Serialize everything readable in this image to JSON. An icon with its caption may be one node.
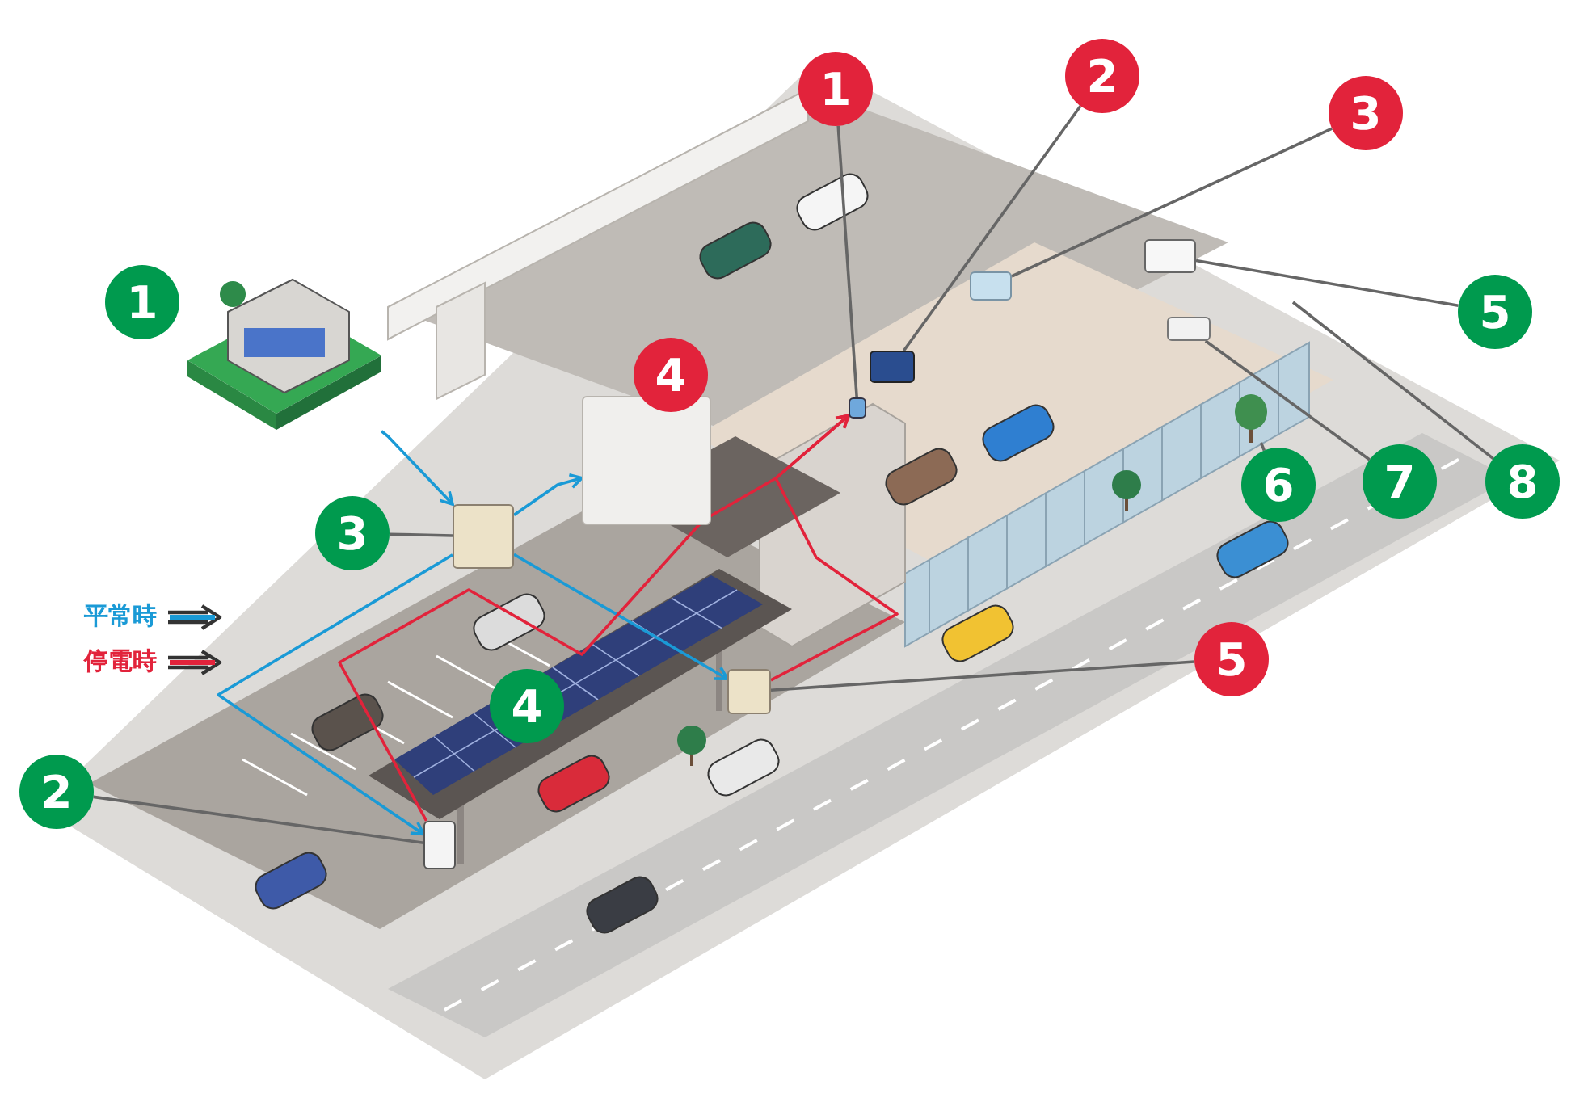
{
  "diagram": {
    "nodes": [
      {
        "text": [
          "1"
        ]
      },
      {
        "text": [
          "1"
        ]
      },
      {
        "text": [
          "2"
        ]
      },
      {
        "text": [
          "3"
        ]
      },
      {
        "text": [
          "5"
        ]
      },
      {
        "text": [
          "4"
        ]
      },
      {
        "text": [
          "6"
        ]
      },
      {
        "text": [
          "7"
        ]
      },
      {
        "text": [
          "8"
        ]
      },
      {
        "text": [
          "3"
        ]
      },
      {
        "text": [
          "5"
        ]
      },
      {
        "text": [
          "4"
        ]
      },
      {
        "text": [
          "2"
        ]
      },
      {
        "text": [],
        "shape": "picture"
      },
      {
        "text": [],
        "shape": "picture"
      },
      {
        "text": [],
        "shape": "box"
      },
      {
        "text": [],
        "shape": "box"
      },
      {
        "text": [],
        "shape": "box"
      },
      {
        "text": [],
        "shape": "box"
      },
      {
        "text": [],
        "shape": "box"
      },
      {
        "text": [],
        "shape": "box"
      },
      {
        "text": [],
        "shape": "box"
      },
      {
        "text": [],
        "shape": "box"
      },
      {
        "text": [],
        "shape": "box"
      }
    ],
    "edges": [
      {
        "from": 12,
        "to": 15,
        "arrow": "none"
      },
      {
        "from": 9,
        "to": 16,
        "arrow": "none"
      },
      {
        "from": 1,
        "to": 19,
        "arrow": "none"
      },
      {
        "from": 2,
        "to": 20,
        "arrow": "none"
      },
      {
        "from": 3,
        "to": 21,
        "arrow": "none"
      },
      {
        "from": 10,
        "to": 18,
        "arrow": "none"
      },
      {
        "from": 4,
        "to": 22,
        "arrow": "none"
      },
      {
        "from": 6,
        "to": 14,
        "arrow": "none"
      },
      {
        "from": 7,
        "to": 23,
        "arrow": "none"
      },
      {
        "from": 8,
        "to": null,
        "arrow": "none"
      },
      {
        "from": 13,
        "to": 16,
        "arrow": "to",
        "color": "#1a9ad6"
      },
      {
        "from": 16,
        "to": 17,
        "arrow": "to",
        "color": "#1a9ad6"
      },
      {
        "from": 16,
        "to": 15,
        "arrow": "to",
        "color": "#1a9ad6"
      },
      {
        "from": 16,
        "to": 18,
        "arrow": "to",
        "color": "#1a9ad6"
      },
      {
        "from": 15,
        "to": 19,
        "arrow": "to",
        "color": "#e2233b"
      },
      {
        "from": 18,
        "to": 19,
        "arrow": "to",
        "color": "#e2233b"
      }
    ],
    "legend": [
      {
        "text": "平常時"
      },
      {
        "text": "停電時"
      }
    ]
  }
}
